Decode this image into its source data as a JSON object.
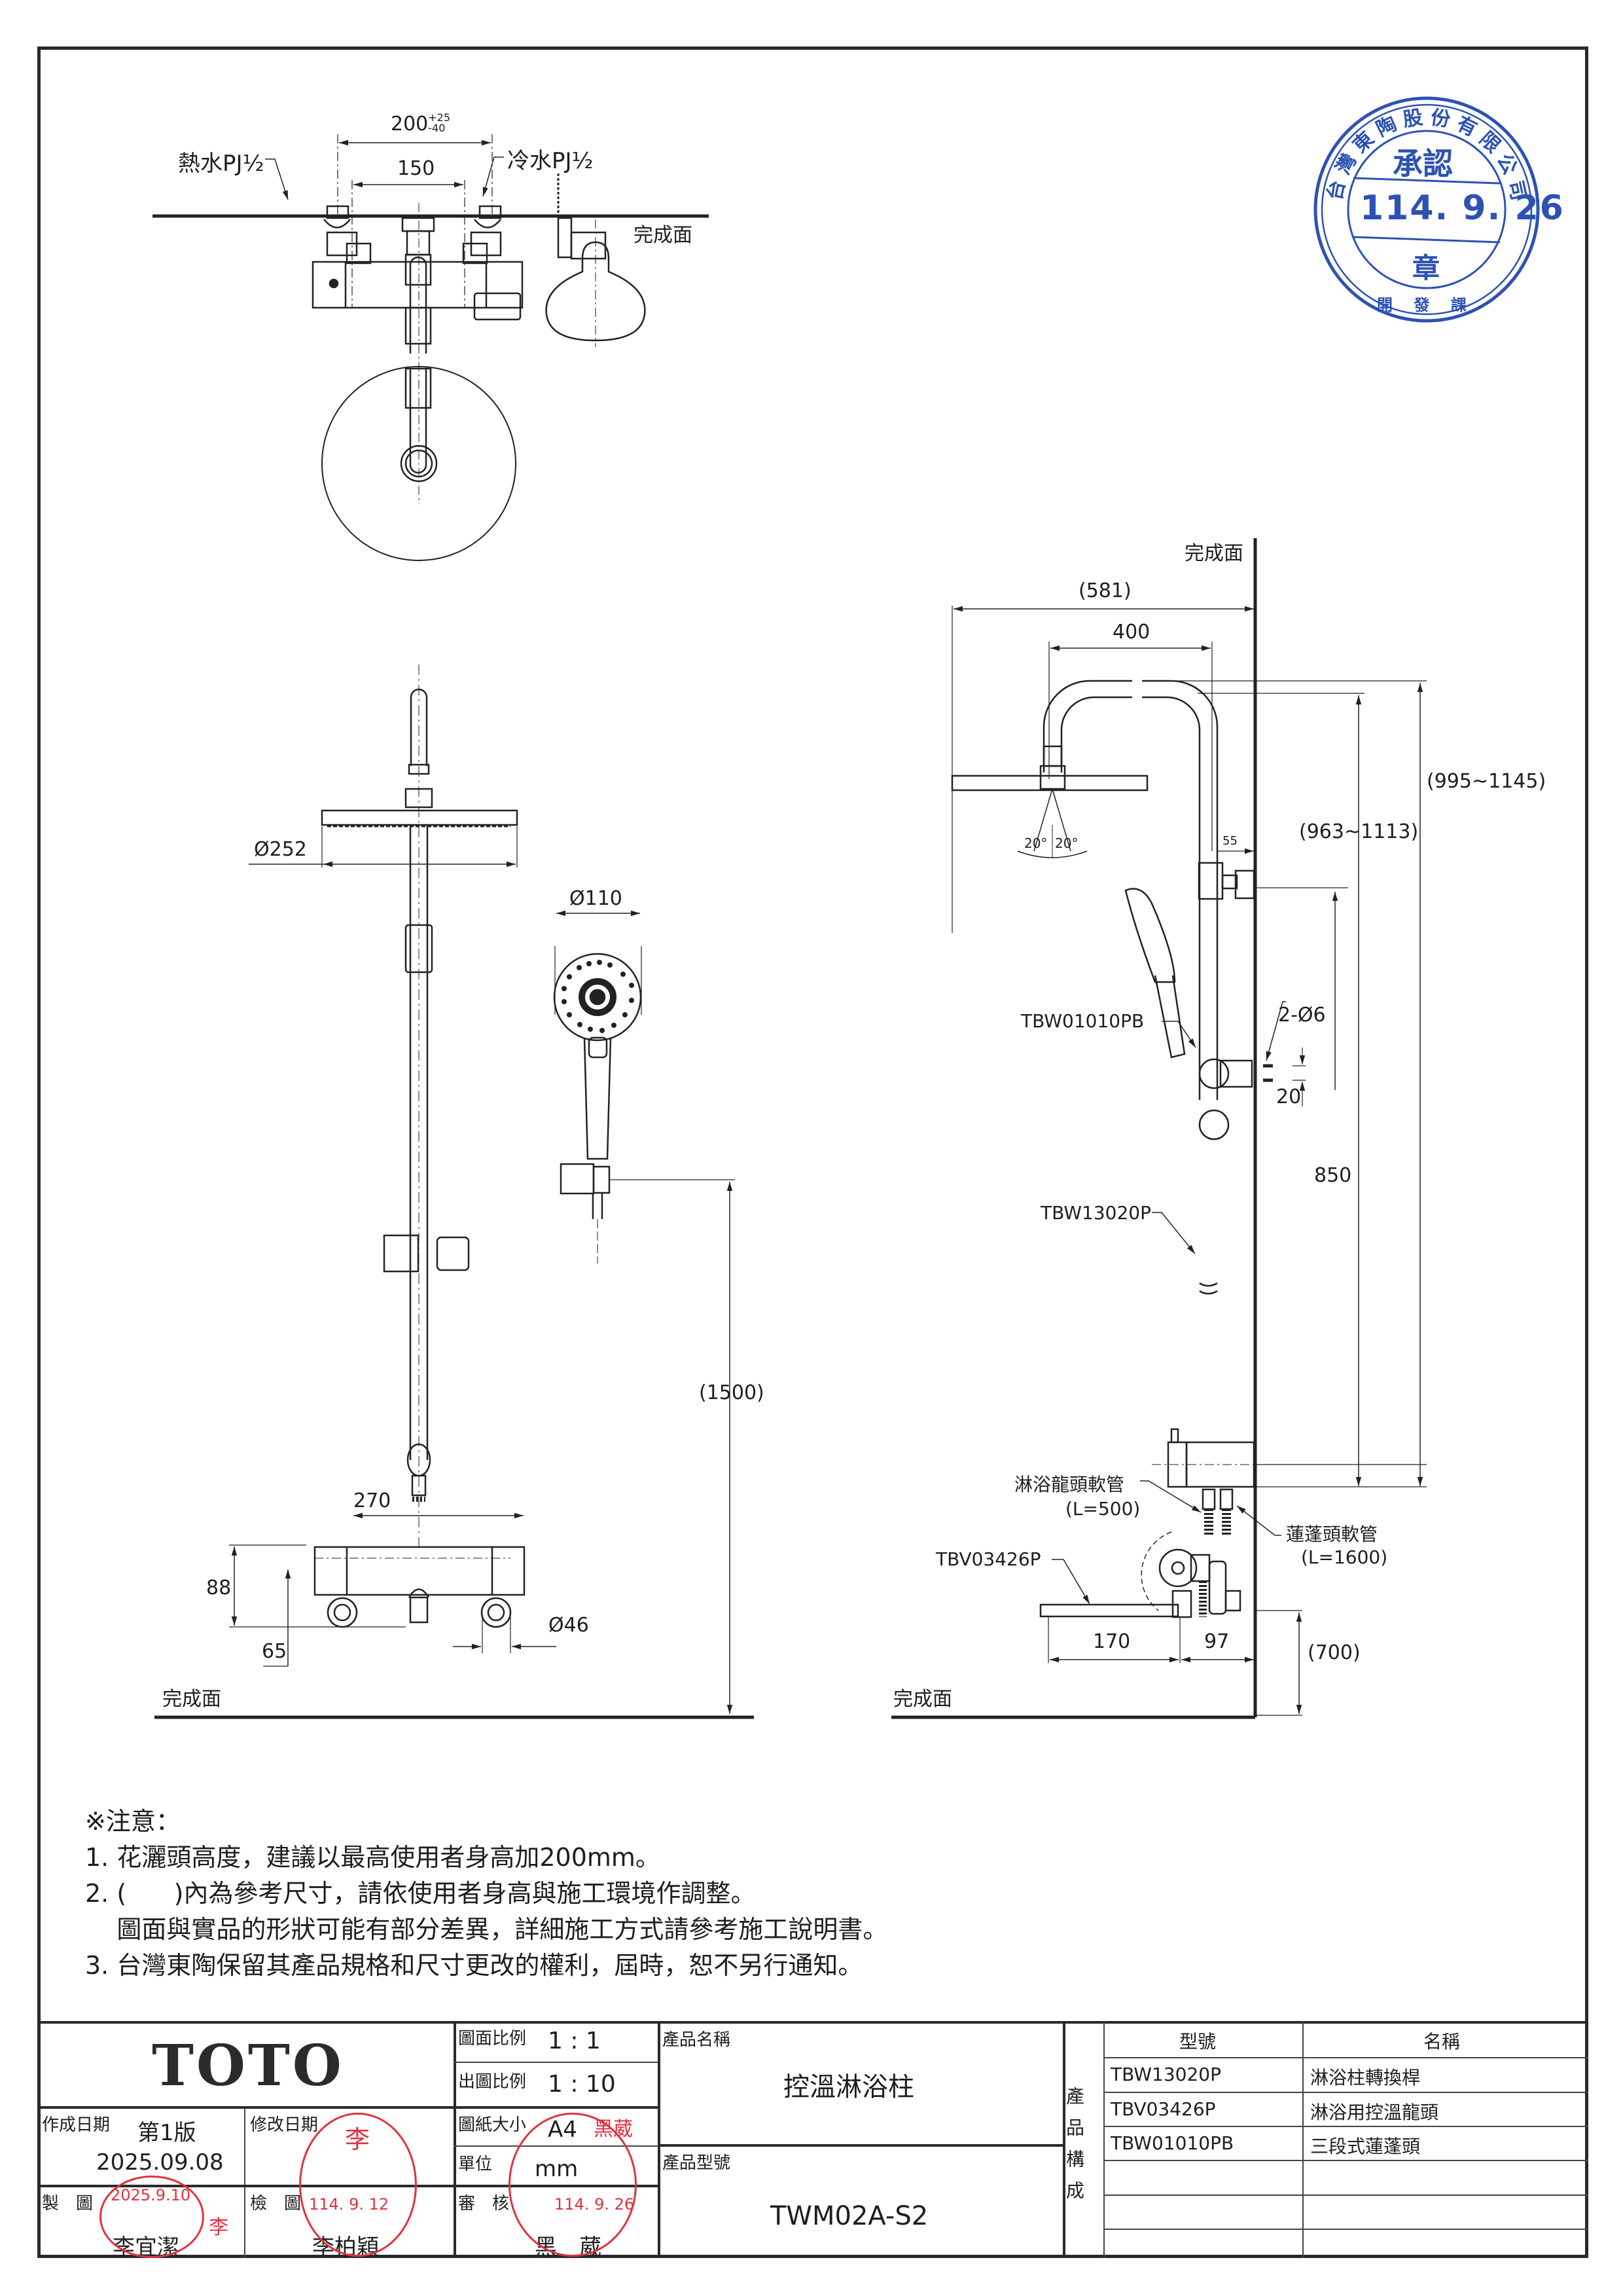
{
  "plan_view": {
    "hot_label": "熱水PJ½",
    "cold_label": "冷水PJ½",
    "dim_inlet_spacing": "200",
    "dim_inlet_tol_plus": "+25",
    "dim_inlet_tol_minus": "-40",
    "dim_150": "150",
    "finish_surface": "完成面"
  },
  "front_view": {
    "dim_rain_head_dia": "Ø252",
    "dim_hand_shower_dia": "Ø110",
    "dim_height_ref": "(1500)",
    "dim_valve_width": "270",
    "dim_valve_height": "88",
    "dim_valve_center": "65",
    "dim_knob_dia": "Ø46",
    "finish_surface": "完成面"
  },
  "side_view": {
    "finish_surface_wall": "完成面",
    "finish_surface_floor": "完成面",
    "dim_581": "(581)",
    "dim_400": "400",
    "dim_995_1145": "(995~1145)",
    "dim_963_1113": "(963~1113)",
    "dim_55": "55",
    "angle_left": "20°",
    "angle_right": "20°",
    "dim_holes": "2-Ø6",
    "dim_20": "20",
    "dim_850": "850",
    "dim_170": "170",
    "dim_97": "97",
    "dim_700": "(700)",
    "callout_hand_shower": "TBW01010PB",
    "callout_bar": "TBW13020P",
    "callout_valve": "TBV03426P",
    "callout_faucet_hose": "淋浴龍頭軟管",
    "callout_faucet_hose_len": "(L=500)",
    "callout_shower_hose": "蓮蓬頭軟管",
    "callout_shower_hose_len": "(L=1600)"
  },
  "approval_stamp": {
    "company": "台灣東陶股份有限公司",
    "title": "承認",
    "date": "114. 9. 26",
    "seal": "章",
    "dept": "開 發 課",
    "color": "#2d52b4"
  },
  "notes": {
    "heading": "※注意：",
    "items": [
      "1. 花灑頭高度，建議以最高使用者身高加200mm。",
      "2. (      )內為參考尺寸，請依使用者身高與施工環境作調整。",
      "    圖面與實品的形狀可能有部分差異，詳細施工方式請參考施工說明書。",
      "3. 台灣東陶保留其產品規格和尺寸更改的權利，屆時，恕不另行通知。"
    ]
  },
  "title_block": {
    "logo": "TOTO",
    "drawing_scale_label": "圖面比例",
    "drawing_scale": "1 : 1",
    "print_scale_label": "出圖比例",
    "print_scale": "1 : 10",
    "paper_size_label": "圖紙大小",
    "paper_size": "A4",
    "unit_label": "單位",
    "unit": "mm",
    "created_label": "作成日期",
    "version": "第1版",
    "created_date": "2025.09.08",
    "modified_label": "修改日期",
    "drawn_label": "製　圖",
    "drawn_by": "李宜潔",
    "drawn_stamp_date": "2025.9.10",
    "drawn_stamp_name": "李",
    "checked_label": "檢　圖",
    "checked_by": "李柏穎",
    "checked_stamp_date": "114. 9. 12",
    "checked_stamp_name": "李",
    "approved_label": "審　核",
    "approved_by": "黑　葳",
    "approved_stamp_date": "114. 9. 26",
    "approved_stamp_name": "黑葳",
    "stamp_color": "#e0323f",
    "product_name_label": "產品名稱",
    "product_name": "控溫淋浴柱",
    "product_model_label": "產品型號",
    "product_model": "TWM02A-S2",
    "composition_label": "產品構成",
    "parts_header_model": "型號",
    "parts_header_name": "名稱",
    "parts": [
      {
        "model": "TBW13020P",
        "name": "淋浴柱轉換桿"
      },
      {
        "model": "TBV03426P",
        "name": "淋浴用控溫龍頭"
      },
      {
        "model": "TBW01010PB",
        "name": "三段式蓮蓬頭"
      }
    ]
  }
}
